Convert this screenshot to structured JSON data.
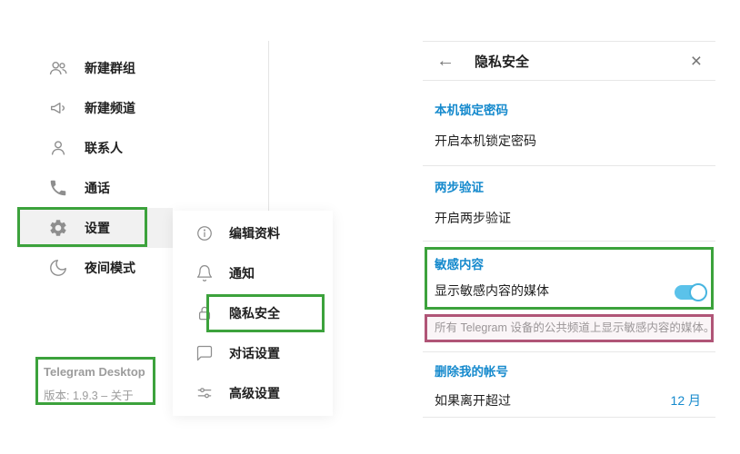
{
  "colors": {
    "accent_blue": "#168acd",
    "toggle_on": "#5bc2ea",
    "annotation_green": "#3ca23c",
    "annotation_pink": "#b05577"
  },
  "icons": {
    "back": "←",
    "close": "×"
  },
  "main_menu": {
    "items": [
      {
        "label": "新建群组",
        "icon": "new-group-icon"
      },
      {
        "label": "新建频道",
        "icon": "new-channel-icon"
      },
      {
        "label": "联系人",
        "icon": "contact-icon"
      },
      {
        "label": "通话",
        "icon": "phone-icon"
      },
      {
        "label": "设置",
        "icon": "gear-icon",
        "selected": true
      },
      {
        "label": "夜间模式",
        "icon": "moon-icon"
      }
    ],
    "footer": {
      "app_name": "Telegram Desktop",
      "version": "版本: 1.9.3 – 关于"
    }
  },
  "settings_menu": {
    "items": [
      {
        "label": "编辑资料",
        "icon": "info-icon"
      },
      {
        "label": "通知",
        "icon": "bell-icon"
      },
      {
        "label": "隐私安全",
        "icon": "lock-icon"
      },
      {
        "label": "对话设置",
        "icon": "chat-icon"
      },
      {
        "label": "高级设置",
        "icon": "sliders-icon"
      }
    ]
  },
  "privacy_panel": {
    "title": "隐私安全",
    "sections": [
      {
        "heading": "本机锁定密码",
        "row_label": "开启本机锁定密码"
      },
      {
        "heading": "两步验证",
        "row_label": "开启两步验证"
      },
      {
        "heading": "敏感内容",
        "row_label": "显示敏感内容的媒体",
        "toggle_state": "on",
        "description": "所有 Telegram 设备的公共频道上显示敏感内容的媒体。"
      },
      {
        "heading": "删除我的帐号",
        "row_label": "如果离开超过",
        "row_value": "12 月"
      }
    ]
  }
}
